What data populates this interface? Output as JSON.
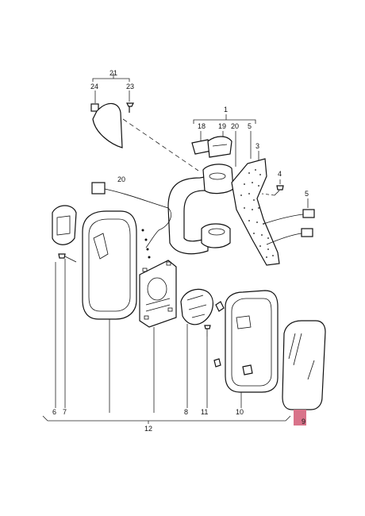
{
  "labels": {
    "p1": "1",
    "p3": "3",
    "p4": "4",
    "p5a": "5",
    "p5b": "5",
    "p6": "6",
    "p7": "7",
    "p8": "8",
    "p9": "9",
    "p10": "10",
    "p11": "11",
    "p12": "12",
    "p18": "18",
    "p19": "19",
    "p20a": "20",
    "p20b": "20",
    "p21": "21",
    "p23": "23",
    "p24": "24"
  },
  "colors": {
    "highlight": "#d9738a",
    "line": "#222222",
    "glass_fill": "#ffffff"
  },
  "highlighted_part": "9"
}
